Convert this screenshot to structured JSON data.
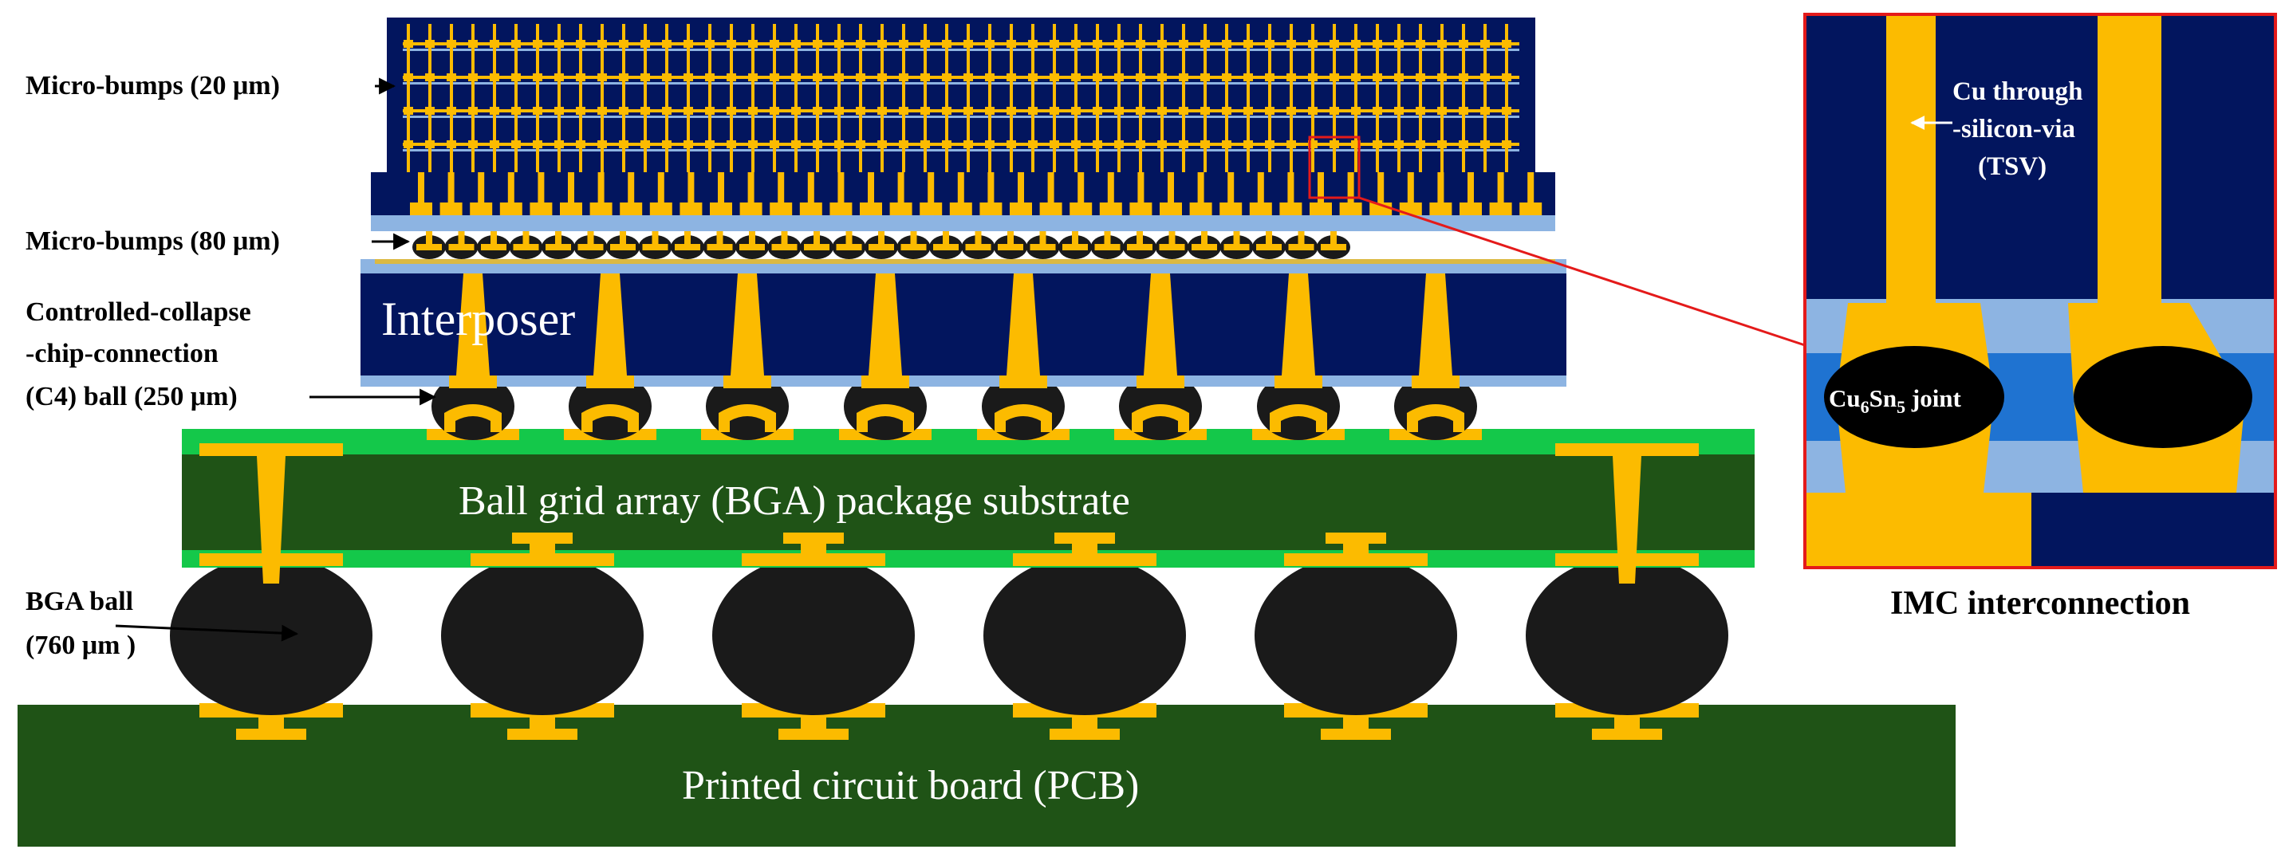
{
  "labels": {
    "micro_bumps_20": "Micro-bumps (20 μm)",
    "micro_bumps_80": "Micro-bumps (80 μm)",
    "c4_line1": "Controlled-collapse",
    "c4_line2": "-chip-connection",
    "c4_line3": "(C4) ball (250 μm)",
    "bga_ball_line1": "BGA ball",
    "bga_ball_line2": "(760 μm )",
    "interposer": "Interposer",
    "bga_substrate": "Ball grid array (BGA) package substrate",
    "pcb": "Printed circuit board (PCB)",
    "tsv_line1": "Cu through",
    "tsv_line2": "-silicon-via",
    "tsv_line3": "(TSV)",
    "joint_cu": "Cu",
    "joint_sub1": "6",
    "joint_sn": "Sn",
    "joint_sub2": "5",
    "joint_suffix": " joint",
    "inset_caption": "IMC interconnection"
  },
  "colors": {
    "navy": "#02155e",
    "gold": "#fcbb00",
    "light_blue": "#8db4e2",
    "mid_blue": "#1f73d1",
    "dark_green": "#1f5316",
    "bright_green": "#14c84a",
    "solder_black": "#1a1a1a",
    "callout_red": "#e41a1a"
  },
  "icons": {
    "callout_arrows": "arrow-right-icon",
    "tsv_arrow": "arrow-left-icon"
  }
}
